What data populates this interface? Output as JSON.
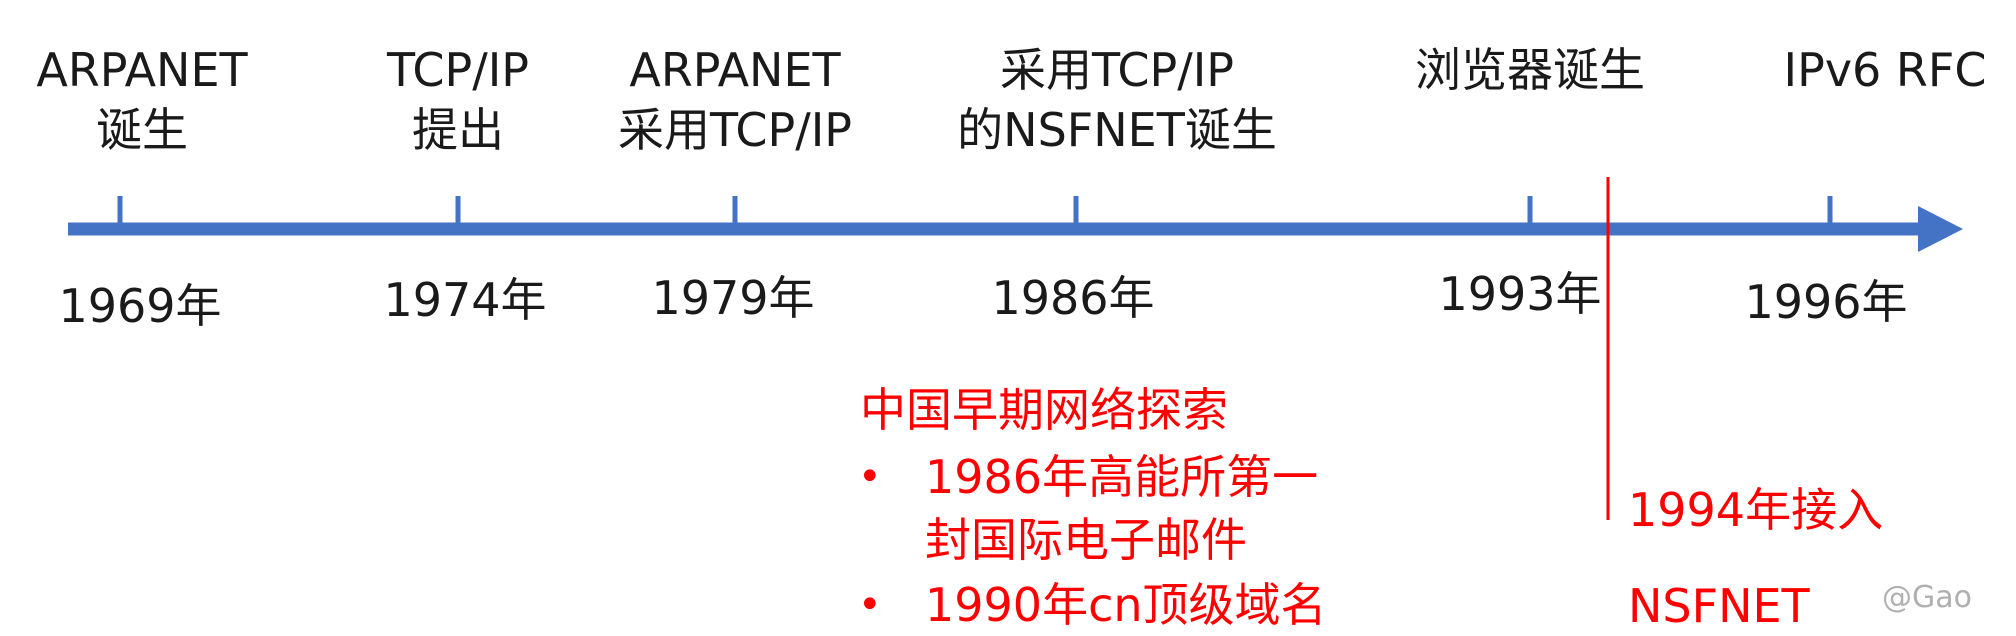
{
  "timeline": {
    "axis_color": "#4472c4",
    "events": [
      {
        "year": "1969年",
        "label_lines": [
          "ARPANET",
          "诞生"
        ]
      },
      {
        "year": "1974年",
        "label_lines": [
          "TCP/IP",
          "提出"
        ]
      },
      {
        "year": "1979年",
        "label_lines": [
          "ARPANET",
          "采用TCP/IP"
        ]
      },
      {
        "year": "1986年",
        "label_lines": [
          "采用TCP/IP",
          "的NSFNET诞生"
        ]
      },
      {
        "year": "1993年",
        "label_lines": [
          "浏览器诞生"
        ]
      },
      {
        "year": "1996年",
        "label_lines": [
          "IPv6 RFC"
        ]
      }
    ]
  },
  "china_panel": {
    "color": "#ff0000",
    "title": "中国早期网络探索",
    "bullets": [
      {
        "lines": [
          "1986年高能所第一",
          "封国际电子邮件"
        ]
      },
      {
        "lines": [
          "1990年cn顶级域名"
        ]
      }
    ]
  },
  "marker_1994": {
    "color": "#ff0000",
    "line1": "1994年接入",
    "line2": "NSFNET"
  },
  "watermark": "@Gao"
}
